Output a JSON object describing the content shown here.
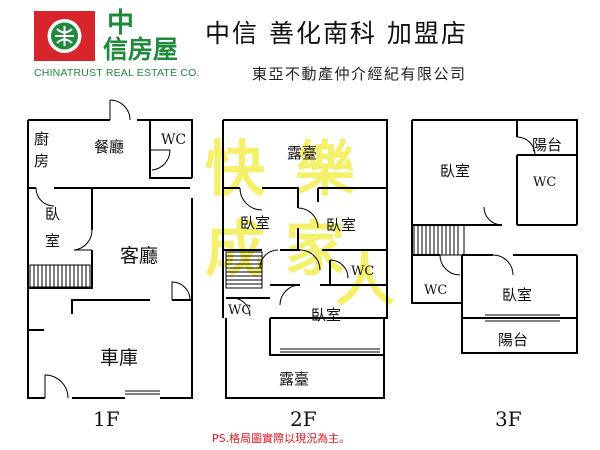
{
  "header": {
    "brand_name": "中信房屋",
    "brand_line1": "中",
    "brand_line2": "信房屋",
    "brand_english": "CHINATRUST REAL ESTATE CO.",
    "store_title": "中信  善化南科  加盟店",
    "company_name": "東亞不動產仲介經紀有限公司"
  },
  "watermark": {
    "text": "快樂成家人",
    "color": "#f2ec3a"
  },
  "colors": {
    "brand_green": "#1f8a3b",
    "brand_red": "#d8242b",
    "note_red": "#e0141e"
  },
  "floors": [
    {
      "label": "1F",
      "rooms": {
        "kitchen": "廚房",
        "dining": "餐廳",
        "wc": "WC",
        "bedroom": "臥室",
        "living": "客廳",
        "garage": "車庫"
      }
    },
    {
      "label": "2F",
      "rooms": {
        "terrace_top": "露臺",
        "bedroom_a": "臥室",
        "bedroom_b": "臥室",
        "wc_a": "WC",
        "wc_b": "WC",
        "bedroom_c": "臥室",
        "terrace_bottom": "露臺"
      }
    },
    {
      "label": "3F",
      "rooms": {
        "bedroom_a": "臥室",
        "balcony_top": "陽台",
        "wc_a": "WC",
        "wc_b": "WC",
        "bedroom_b": "臥室",
        "balcony_bottom": "陽台"
      }
    }
  ],
  "footer": {
    "note": "PS.格局圖實際以現況為主。"
  }
}
